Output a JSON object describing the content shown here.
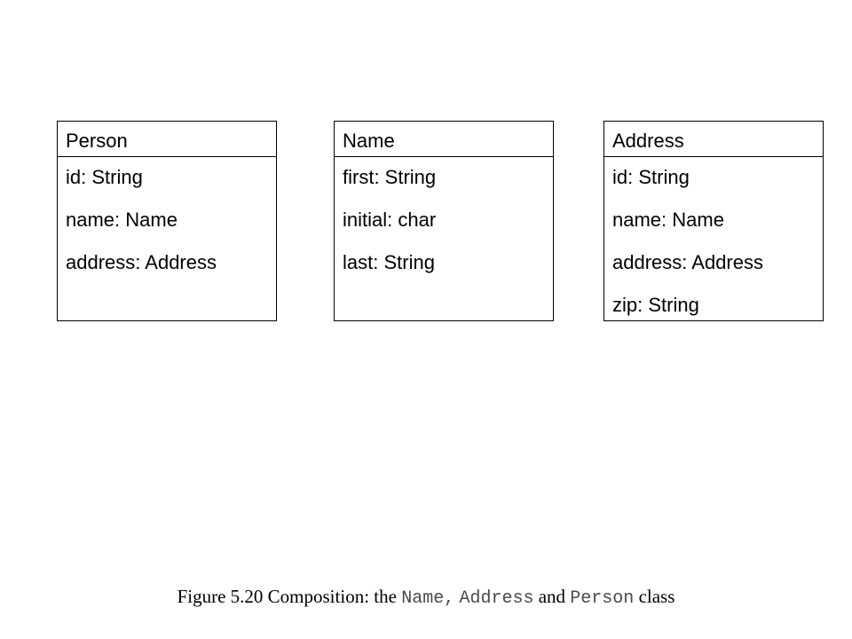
{
  "classes": {
    "person": {
      "name": "Person",
      "attributes": [
        "id: String",
        "name: Name",
        "address: Address"
      ]
    },
    "name": {
      "name": "Name",
      "attributes": [
        "first: String",
        "initial: char",
        "last: String"
      ]
    },
    "address": {
      "name": "Address",
      "attributes": [
        "id: String",
        "name: Name",
        "address: Address",
        "zip: String"
      ]
    }
  },
  "caption": {
    "prefix": "Figure 5.20 Composition: the ",
    "code1": "Name,",
    "code2": "Address",
    "middle": "and",
    "code3": "Person",
    "suffix": "class"
  }
}
